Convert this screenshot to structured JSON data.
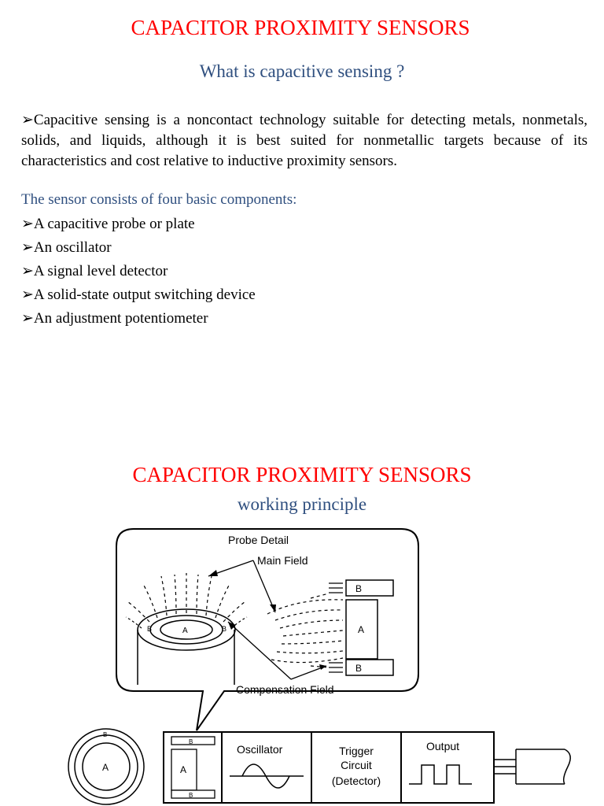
{
  "slide1": {
    "title": "CAPACITOR PROXIMITY SENSORS",
    "subtitle": "What is capacitive sensing ?",
    "paragraph": "➢Capacitive sensing is a noncontact technology suitable for detecting metals, nonmetals, solids, and liquids, although it is best suited for nonmetallic targets because of its characteristics and cost relative to inductive proximity sensors.",
    "components_heading": "The sensor consists of four basic components:",
    "components": [
      "➢A capacitive probe or plate",
      "➢An oscillator",
      "➢A signal level detector",
      "➢A solid-state output switching device",
      "➢An adjustment potentiometer"
    ]
  },
  "slide2": {
    "title": "CAPACITOR PROXIMITY SENSORS",
    "subtitle": "working principle"
  },
  "diagram": {
    "probe_detail": "Probe Detail",
    "main_field": "Main Field",
    "compensation_field": "Compensation Field",
    "plate_a": "A",
    "plate_b": "B",
    "oscillator": "Oscillator",
    "trigger_line1": "Trigger",
    "trigger_line2": "Circuit",
    "trigger_line3": "(Detector)",
    "output": "Output"
  }
}
